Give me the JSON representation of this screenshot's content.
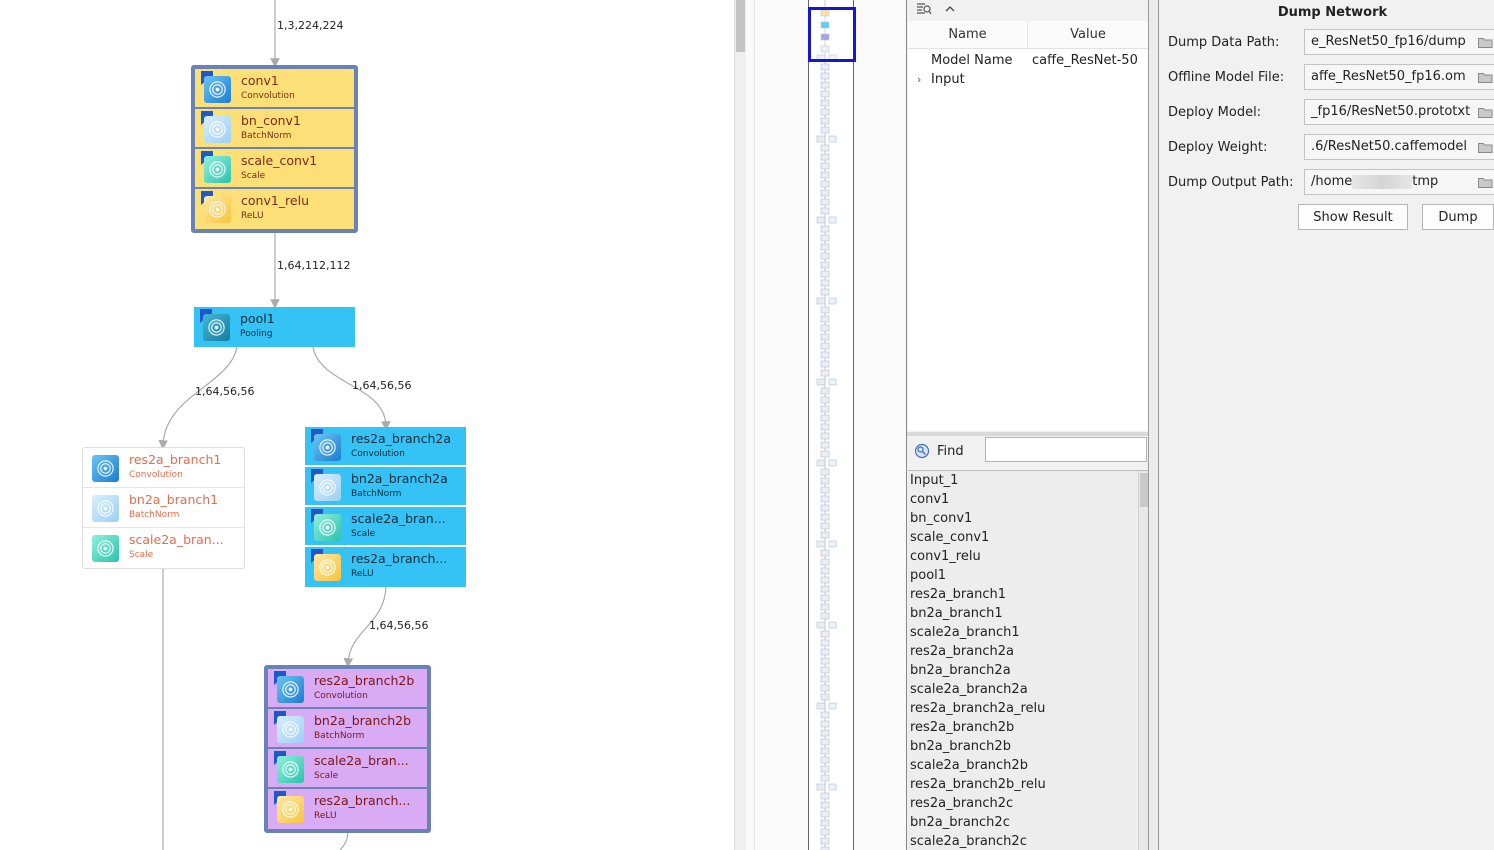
{
  "graph": {
    "edge_labels": [
      "1,3,224,224",
      "1,64,112,112",
      "1,64,56,56",
      "1,64,56,56",
      "1,64,56,56"
    ],
    "groups": [
      {
        "id": "g1",
        "nodes": [
          {
            "name": "conv1",
            "type": "Convolution",
            "icon": "conv"
          },
          {
            "name": "bn_conv1",
            "type": "BatchNorm",
            "icon": "bn"
          },
          {
            "name": "scale_conv1",
            "type": "Scale",
            "icon": "scale"
          },
          {
            "name": "conv1_relu",
            "type": "ReLU",
            "icon": "relu"
          }
        ]
      },
      {
        "id": "g2",
        "nodes": [
          {
            "name": "pool1",
            "type": "Pooling",
            "icon": "pool"
          }
        ]
      },
      {
        "id": "g3",
        "nodes": [
          {
            "name": "res2a_branch1",
            "type": "Convolution",
            "icon": "conv"
          },
          {
            "name": "bn2a_branch1",
            "type": "BatchNorm",
            "icon": "bn"
          },
          {
            "name": "scale2a_bran...",
            "type": "Scale",
            "icon": "scale"
          }
        ]
      },
      {
        "id": "g4",
        "nodes": [
          {
            "name": "res2a_branch2a",
            "type": "Convolution",
            "icon": "conv"
          },
          {
            "name": "bn2a_branch2a",
            "type": "BatchNorm",
            "icon": "bn"
          },
          {
            "name": "scale2a_bran...",
            "type": "Scale",
            "icon": "scale"
          },
          {
            "name": "res2a_branch...",
            "type": "ReLU",
            "icon": "relu"
          }
        ]
      },
      {
        "id": "g5",
        "nodes": [
          {
            "name": "res2a_branch2b",
            "type": "Convolution",
            "icon": "conv"
          },
          {
            "name": "bn2a_branch2b",
            "type": "BatchNorm",
            "icon": "bn"
          },
          {
            "name": "scale2a_bran...",
            "type": "Scale",
            "icon": "scale"
          },
          {
            "name": "res2a_branch...",
            "type": "ReLU",
            "icon": "relu"
          }
        ]
      }
    ]
  },
  "properties": {
    "columns": {
      "name": "Name",
      "value": "Value"
    },
    "rows": [
      {
        "name": "Model Name",
        "value": "caffe_ResNet-50"
      },
      {
        "name": "Input",
        "value": ""
      }
    ]
  },
  "find": {
    "label": "Find",
    "value": ""
  },
  "layers": [
    "Input_1",
    "conv1",
    "bn_conv1",
    "scale_conv1",
    "conv1_relu",
    "pool1",
    "res2a_branch1",
    "bn2a_branch1",
    "scale2a_branch1",
    "res2a_branch2a",
    "bn2a_branch2a",
    "scale2a_branch2a",
    "res2a_branch2a_relu",
    "res2a_branch2b",
    "bn2a_branch2b",
    "scale2a_branch2b",
    "res2a_branch2b_relu",
    "res2a_branch2c",
    "bn2a_branch2c",
    "scale2a_branch2c"
  ],
  "dump": {
    "title": "Dump Network",
    "fields": [
      {
        "label": "Dump Data Path:",
        "value": "e_ResNet50_fp16/dump"
      },
      {
        "label": "Offline Model File:",
        "value": "affe_ResNet50_fp16.om"
      },
      {
        "label": "Deploy Model:",
        "value": "_fp16/ResNet50.prototxt"
      },
      {
        "label": "Deploy Weight:",
        "value": ".6/ResNet50.caffemodel"
      },
      {
        "label": "Dump Output Path:",
        "value_prefix": "/home",
        "value_suffix": "tmp"
      }
    ],
    "show_result_label": "Show Result",
    "dump_label": "Dump"
  },
  "colors": {
    "selected_border": "#6b82b5",
    "yellow_node": "#fddf78",
    "cyan_node": "#35c3f6",
    "purple_node": "#d8abf4",
    "ghost_text": "#e86b4a",
    "overview_box": "#1515d6"
  }
}
